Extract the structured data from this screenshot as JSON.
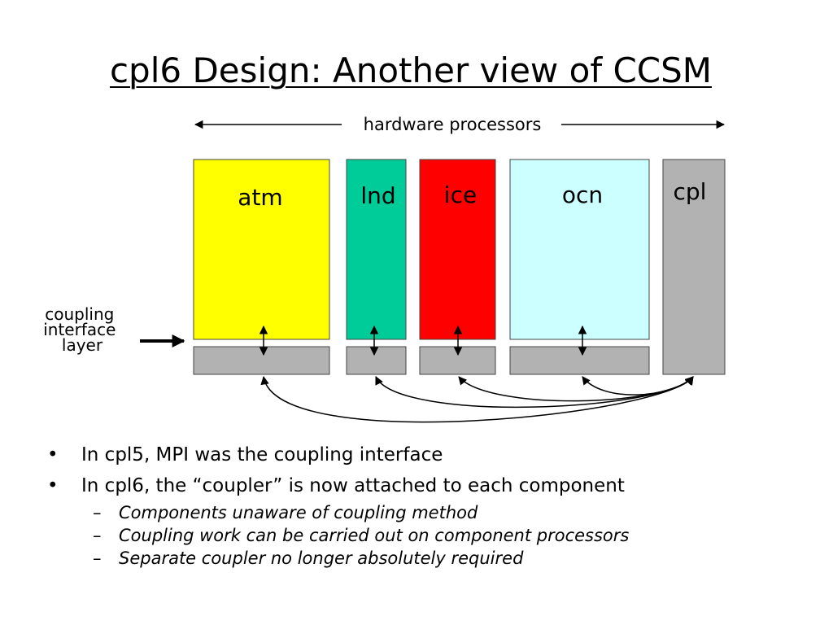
{
  "title": "cpl6 Design: Another view of CCSM",
  "diagram": {
    "hardware_label": "hardware processors",
    "side_label_lines": [
      "coupling",
      "interface",
      "layer"
    ],
    "components": [
      {
        "name": "atm",
        "color": "#ffff00"
      },
      {
        "name": "lnd",
        "color": "#00cc99"
      },
      {
        "name": "ice",
        "color": "#ff0000"
      },
      {
        "name": "ocn",
        "color": "#ccffff"
      },
      {
        "name": "cpl",
        "color": "#b2b2b2"
      }
    ],
    "coupling_layer_color": "#b2b2b2"
  },
  "bullets": [
    {
      "text": "In cpl5, MPI was the coupling interface",
      "sub": []
    },
    {
      "text": "In cpl6, the “coupler” is now attached to each component",
      "sub": [
        "Components unaware of coupling method",
        "Coupling work can be carried out on component processors",
        "Separate coupler no longer absolutely required"
      ]
    }
  ],
  "markers": {
    "bullet": "•",
    "dash": "–"
  }
}
